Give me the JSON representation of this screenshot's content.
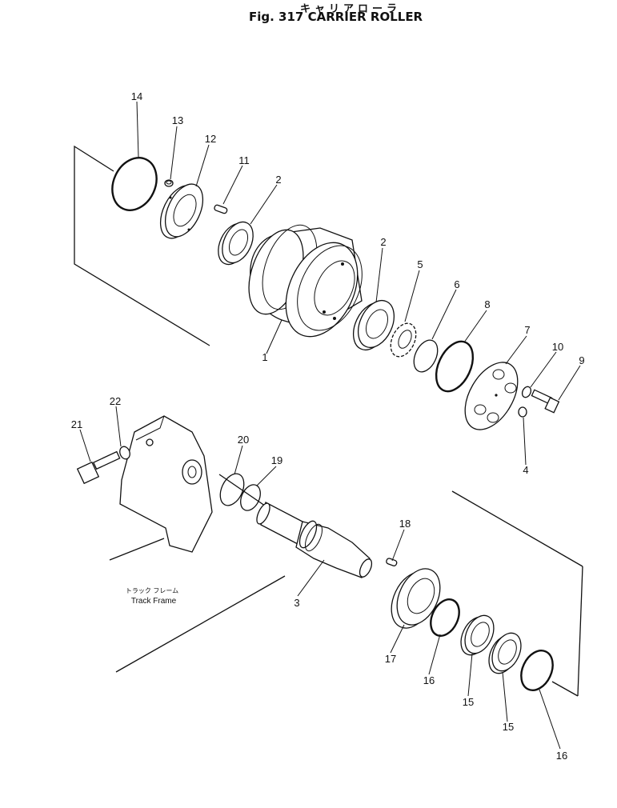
{
  "header": {
    "title_jp": "キャリアローラ",
    "title_en": "Fig. 317  CARRIER ROLLER"
  },
  "labels": {
    "p1": "1",
    "p2a": "2",
    "p2b": "2",
    "p3": "3",
    "p4": "4",
    "p5": "5",
    "p6": "6",
    "p7": "7",
    "p8": "8",
    "p9": "9",
    "p10": "10",
    "p11": "11",
    "p12": "12",
    "p13": "13",
    "p14": "14",
    "p15a": "15",
    "p15b": "15",
    "p16a": "16",
    "p16b": "16",
    "p17": "17",
    "p18": "18",
    "p19": "19",
    "p20": "20",
    "p21": "21",
    "p22": "22"
  },
  "note": {
    "jp": "トラック フレーム",
    "en": "Track Frame"
  }
}
